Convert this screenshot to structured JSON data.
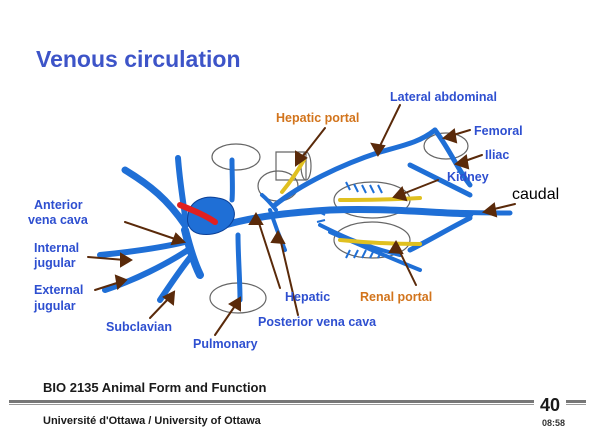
{
  "slide": {
    "title": "Venous circulation",
    "course": "BIO 2135 Animal Form and Function",
    "university": "Université d'Ottawa / University of Ottawa",
    "page_number": "40",
    "time": "08:58"
  },
  "labels": {
    "lateral_abdominal": "Lateral abdominal",
    "hepatic_portal": "Hepatic portal",
    "femoral": "Femoral",
    "iliac": "Iliac",
    "kidney": "Kidney",
    "caudal": "caudal",
    "anterior_vena_cava_1": "Anterior",
    "anterior_vena_cava_2": "vena cava",
    "internal_jugular_1": "Internal",
    "internal_jugular_2": "jugular",
    "external_jugular_1": "External",
    "external_jugular_2": "jugular",
    "subclavian": "Subclavian",
    "pulmonary": "Pulmonary",
    "hepatic": "Hepatic",
    "renal_portal": "Renal portal",
    "posterior_vena_cava": "Posterior vena cava"
  },
  "colors": {
    "vein": "#1f6fd6",
    "vein_outline": "#0b3f96",
    "portal": "#e0c020",
    "heart": "#e02020",
    "arrow": "#5a2a0a"
  }
}
